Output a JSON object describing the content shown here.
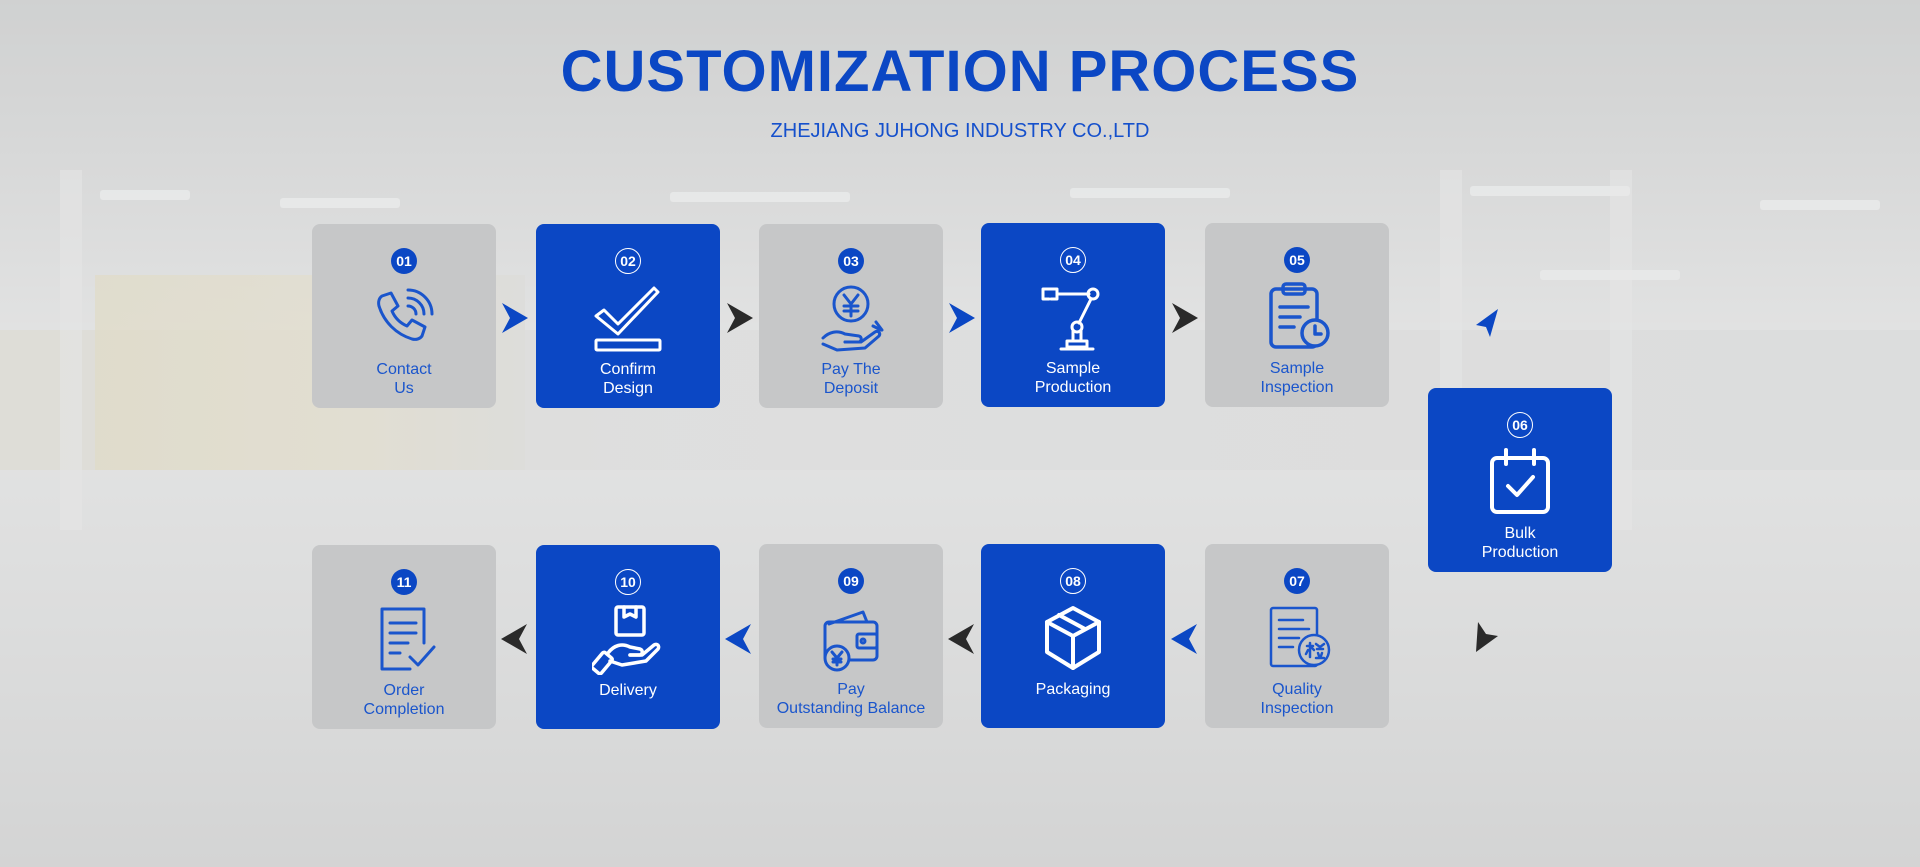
{
  "header": {
    "title": "CUSTOMIZATION PROCESS",
    "subtitle": "ZHEJIANG JUHONG INDUSTRY CO.,LTD"
  },
  "colors": {
    "brand_blue": "#0b47c4",
    "card_gray": "#c6c7c8",
    "arrow_dark": "#2a2a2a"
  },
  "steps": [
    {
      "number": "01",
      "label": "Contact\nUs",
      "icon": "phone-icon",
      "style": "gray"
    },
    {
      "number": "02",
      "label": "Confirm\nDesign",
      "icon": "checkmark-icon",
      "style": "blue"
    },
    {
      "number": "03",
      "label": "Pay The\nDeposit",
      "icon": "yen-coin-hand-icon",
      "style": "gray"
    },
    {
      "number": "04",
      "label": "Sample\nProduction",
      "icon": "robot-arm-icon",
      "style": "blue"
    },
    {
      "number": "05",
      "label": "Sample\nInspection",
      "icon": "clipboard-clock-icon",
      "style": "gray"
    },
    {
      "number": "06",
      "label": "Bulk\nProduction",
      "icon": "calendar-check-icon",
      "style": "blue"
    },
    {
      "number": "07",
      "label": "Quality\nInspection",
      "icon": "document-inspection-icon",
      "style": "gray"
    },
    {
      "number": "08",
      "label": "Packaging",
      "icon": "package-box-icon",
      "style": "blue"
    },
    {
      "number": "09",
      "label": "Pay\nOutstanding Balance",
      "icon": "wallet-yen-icon",
      "style": "gray"
    },
    {
      "number": "10",
      "label": "Delivery",
      "icon": "hand-box-icon",
      "style": "blue"
    },
    {
      "number": "11",
      "label": "Order\nCompletion",
      "icon": "document-check-icon",
      "style": "gray"
    }
  ]
}
